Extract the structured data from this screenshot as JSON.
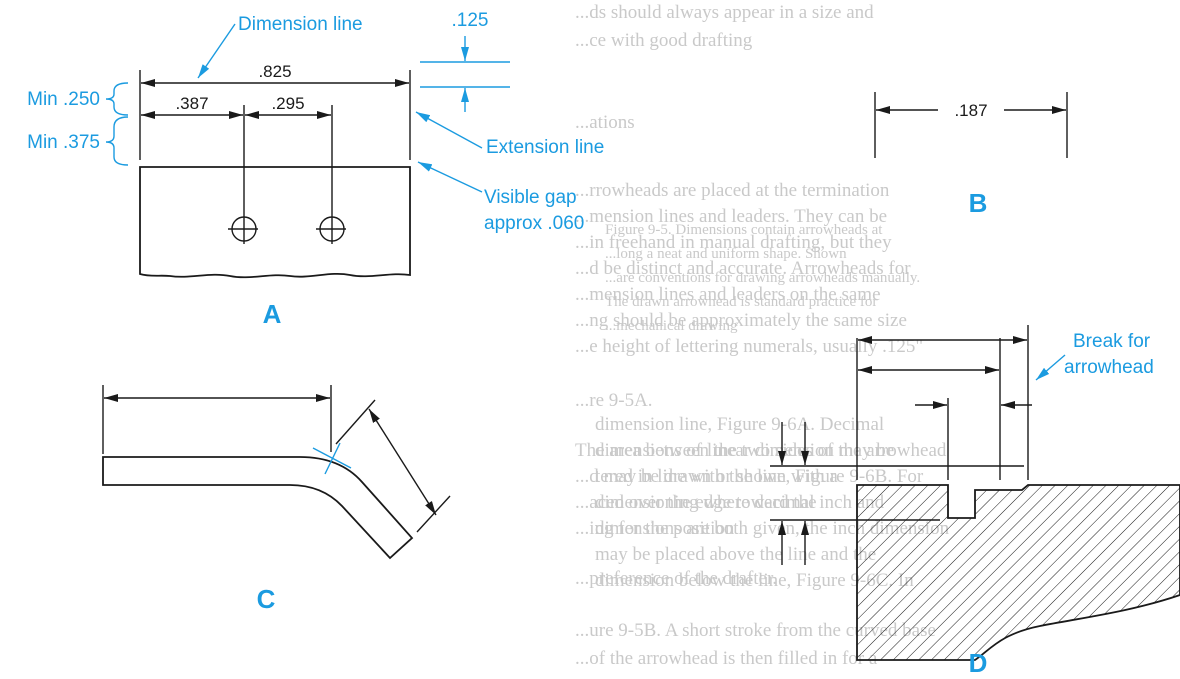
{
  "view_a": {
    "label": "A",
    "callout_dimension_line": "Dimension line",
    "callout_extension_line": "Extension line",
    "callout_visible_gap_1": "Visible gap",
    "callout_visible_gap_2": "approx .060",
    "min_250": "Min .250",
    "min_375": "Min .375",
    "dim_overall": ".825",
    "dim_hole_1": ".387",
    "dim_hole_spacing": ".295",
    "dim_arrow_length": ".125"
  },
  "view_b": {
    "label": "B",
    "dim": ".187"
  },
  "view_c": {
    "label": "C"
  },
  "view_d": {
    "label": "D",
    "callout_break_1": "Break for",
    "callout_break_2": "arrowhead"
  },
  "background_text_lines": [
    "...ds should always appear in a size and",
    "...ce with good drafting",
    "...ations",
    "...rrowheads are placed at the termination",
    "...mension lines and leaders. They can be",
    "...in freehand in manual drafting, but they",
    "...d be distinct and accurate. Arrowheads for",
    "...mension lines and leaders on the same",
    "...ng should be approximately the same size",
    "...e height of lettering numerals, usually .125\"",
    "...re 9-5A.",
    "The area between the two sides of the arrowhead",
    "...d may be drawn or shown with a",
    "...aced over the edge toward the",
    "...ing for the position",
    "...preference of the drafter.",
    "...ure 9-5B. A short stroke from the curved base",
    "...of the arrowhead is then filled in for a"
  ],
  "background_caption_lines": [
    "Figure 9-5. Dimensions contain arrowheads at",
    "...long a neat and uniform shape. Shown",
    "...are conventions for drawing arrowheads manually.",
    "The drawn arrowhead is standard practice for",
    "...mechanical drawing"
  ],
  "background_middle_lines": [
    "dimension line, Figure 9-6A. Decimal",
    "dimensions of linear dimension may be",
    "tered in line with the line, Figure 9-6B. For",
    "dimensioning where decimal inch and",
    "dimensions are both given, the inch dimension",
    "may be placed above the line and the",
    "dimension below the line, Figure 9-6C. In"
  ],
  "colors": {
    "accent": "#1b9be0",
    "ink": "#1a1a1a",
    "faint_text": "#c9c9c9"
  }
}
